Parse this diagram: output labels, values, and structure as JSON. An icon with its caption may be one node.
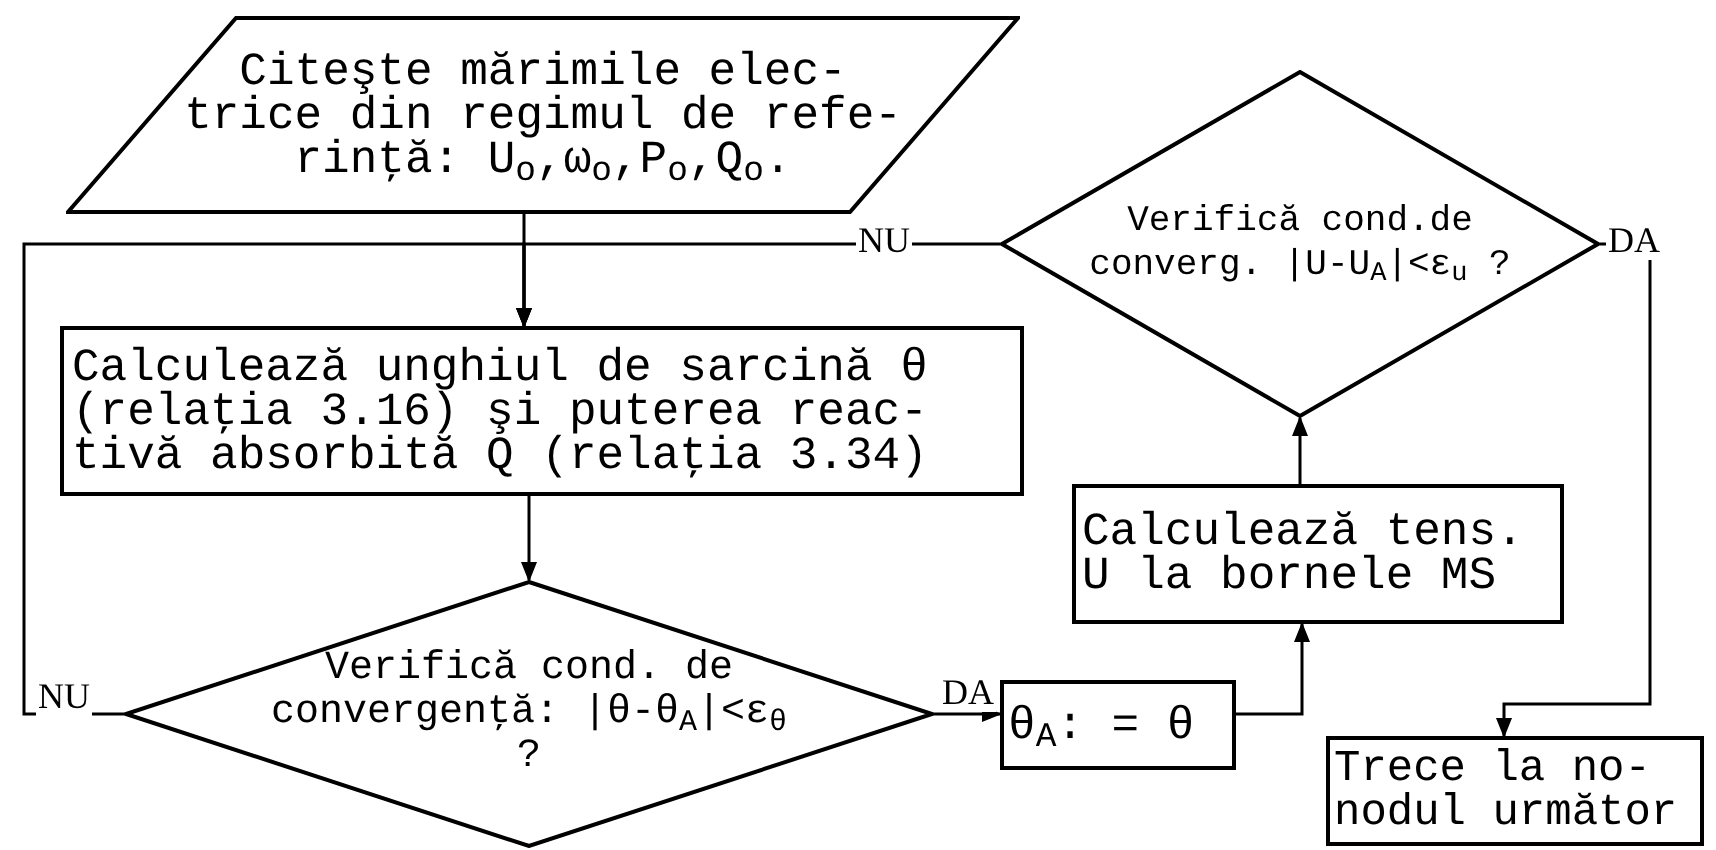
{
  "diagram": {
    "nodes": [
      {
        "text": [
          "Citeşte mărimile elec- trice din regimul de refe- rinţă: U$_{o}$,ω$_{o}$,P$_{o}$,Q$_{o}$."
        ]
      },
      {
        "text": [
          "Calculează unghiul de sarcină θ (relaţia 3.16) şi puterea reac- tivă absorbită Q (relaţia 3.34)"
        ]
      },
      {
        "text": [
          "Verifică cond. de convergenţă: |θ-θ$_{A}$|<ε$_{θ}$ ?"
        ]
      },
      {
        "text": [
          "θ$_{A}$: = θ"
        ]
      },
      {
        "text": [
          "Calculează tens. U la bornele MS"
        ]
      },
      {
        "text": [
          "Verifică cond.de converg. |U-U$_{A}$|<ε$_{u}$ ?"
        ]
      },
      {
        "text": [
          "Trece la no- nodul următor"
        ]
      }
    ],
    "edges": [
      {
        "from": 0,
        "to": 1,
        "arrow": "to"
      },
      {
        "from": 1,
        "to": 2,
        "arrow": "to"
      },
      {
        "from": 2,
        "to": 3,
        "arrow": "to",
        "label": "DA"
      },
      {
        "from": 3,
        "to": 4,
        "arrow": "to"
      },
      {
        "from": 4,
        "to": 5,
        "arrow": "to"
      },
      {
        "from": 5,
        "to": 6,
        "arrow": "to",
        "label": "DA"
      },
      {
        "from": 2,
        "to": 1,
        "arrow": "to",
        "label": "NU"
      },
      {
        "from": 5,
        "to": 1,
        "arrow": "to",
        "label": "NU"
      }
    ]
  }
}
